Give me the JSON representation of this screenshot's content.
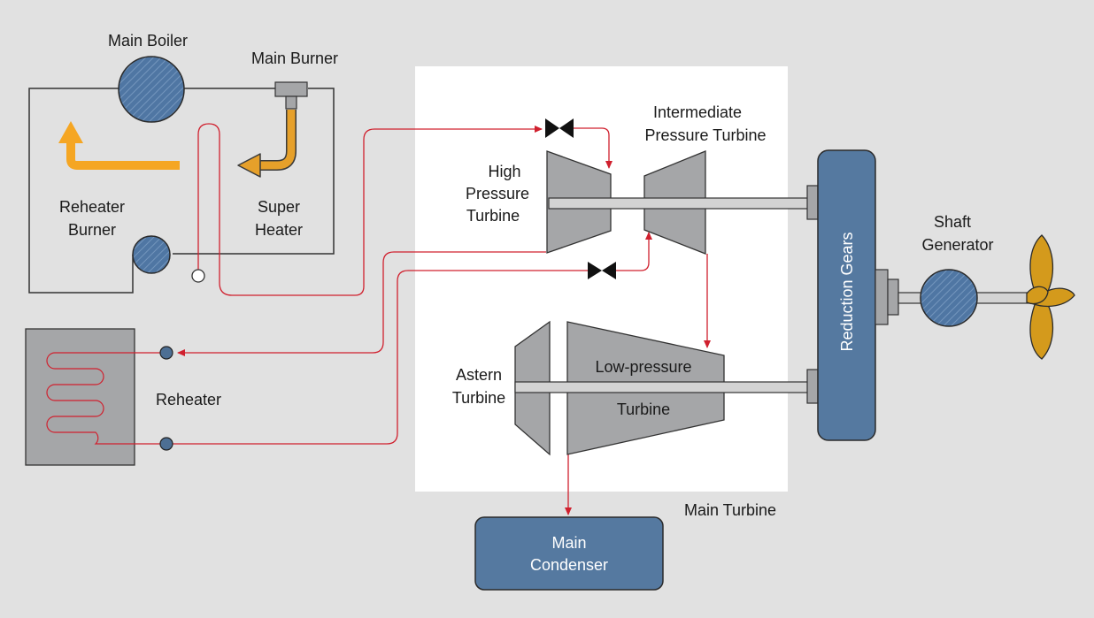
{
  "labels": {
    "main_boiler": "Main Boiler",
    "main_burner": "Main Burner",
    "reheater_burner_l1": "Reheater",
    "reheater_burner_l2": "Burner",
    "super_heater_l1": "Super",
    "super_heater_l2": "Heater",
    "reheater": "Reheater",
    "ip_turbine_l1": "Intermediate",
    "ip_turbine_l2": "Pressure Turbine",
    "hp_turbine_l1": "High",
    "hp_turbine_l2": "Pressure",
    "hp_turbine_l3": "Turbine",
    "astern_turbine_l1": "Astern",
    "astern_turbine_l2": "Turbine",
    "lp_turbine_l1": "Low-pressure",
    "lp_turbine_l2": "Turbine",
    "main_turbine": "Main Turbine",
    "main_condenser_l1": "Main",
    "main_condenser_l2": "Condenser",
    "reduction_gears": "Reduction Gears",
    "shaft_generator_l1": "Shaft",
    "shaft_generator_l2": "Generator"
  },
  "colors": {
    "background": "#e1e1e1",
    "turbine_panel": "#ffffff",
    "steam_line": "#d0202e",
    "component_blue": "#5579a0",
    "flame_orange": "#f5a623",
    "heater_orange": "#e6a02a",
    "turbine_gray": "#a5a6a8",
    "propeller_gold": "#d49a1c"
  }
}
